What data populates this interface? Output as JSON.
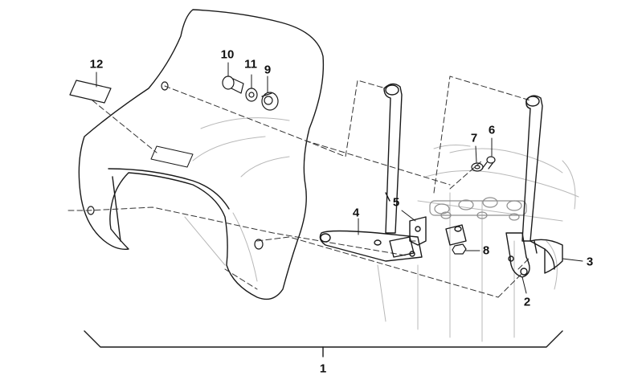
{
  "diagram": {
    "callouts": [
      {
        "id": "1",
        "label": "1"
      },
      {
        "id": "2",
        "label": "2"
      },
      {
        "id": "3",
        "label": "3"
      },
      {
        "id": "4",
        "label": "4"
      },
      {
        "id": "5",
        "label": "5"
      },
      {
        "id": "6",
        "label": "6"
      },
      {
        "id": "7",
        "label": "7"
      },
      {
        "id": "8",
        "label": "8"
      },
      {
        "id": "9",
        "label": "9"
      },
      {
        "id": "10",
        "label": "10"
      },
      {
        "id": "11",
        "label": "11"
      },
      {
        "id": "12",
        "label": "12"
      }
    ],
    "colors": {
      "stroke": "#1a1a1a",
      "ghost": "#b5b5b5",
      "background": "#ffffff"
    }
  }
}
